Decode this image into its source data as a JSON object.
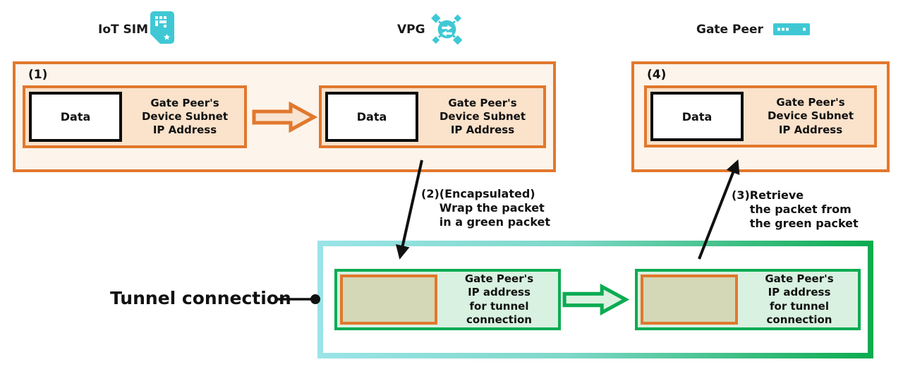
{
  "colors": {
    "teal_icon": "#3FC8D4",
    "orange_border": "#E1782D",
    "peach_fill": "#FAE2CB",
    "stage_box_fill": "#FDF4EB",
    "green_border": "#0BAC52",
    "green_fill": "#D9F1E0",
    "tan_fill": "#D4D8B7",
    "tunnel_teal": "#9AE4E8",
    "tunnel_green": "#0BAB4E",
    "arrow_black": "#111111"
  },
  "header": {
    "iot_sim_label": "IoT SIM",
    "vpg_label": "VPG",
    "gate_peer_label": "Gate Peer"
  },
  "icons": {
    "iot_sim": "sim-card-icon",
    "vpg": "network-gateway-icon",
    "gate_peer": "server-bar-icon"
  },
  "stages": {
    "box1_label": "(1)",
    "box4_label": "(4)"
  },
  "packets": {
    "orange": {
      "data_label": "Data",
      "lines": [
        "Gate Peer's",
        "Device Subnet",
        "IP Address"
      ]
    },
    "green": {
      "lines": [
        "Gate Peer's",
        "IP address",
        "for tunnel connection"
      ]
    }
  },
  "annotations": {
    "step2": {
      "prefix": "(2)",
      "lines": [
        "(Encapsulated)",
        "Wrap the packet",
        "in a green packet"
      ]
    },
    "step3": {
      "prefix": "(3)",
      "lines": [
        "Retrieve",
        "the packet from",
        "the green packet"
      ]
    }
  },
  "tunnel": {
    "label": "Tunnel connection"
  }
}
